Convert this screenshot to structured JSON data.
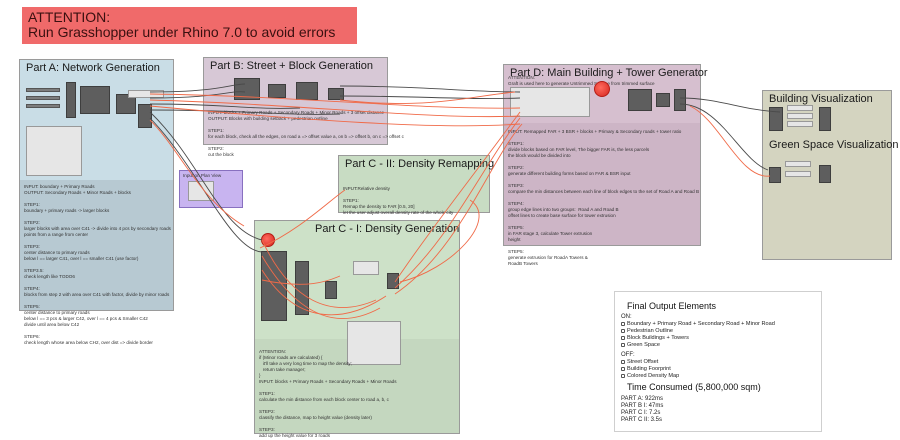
{
  "attention": {
    "line1": "ATTENTION:",
    "line2": "Run Grasshopper under Rhino 7.0 to avoid errors",
    "color": "#f06a6a"
  },
  "groups": {
    "part_a": {
      "title": "Part A: Network Generation",
      "note": "INPUT: boundary + Primary Roads\nOUTPUT: Secondary Roads + Minor Roads + blocks\n\nSTEP1:\nboundary + primary roads -> larger blocks\n\nSTEP2:\nlarger blocks with area over C41 -> divide into 4 pcs by secondary roads\npoints from a range from center\n\nSTEP3:\ncenter distance to primary roads\nbelow l == larger C41, over l == smaller C41 (use factor)\n\nSTEP3.5:\ncheck length like TODO6\n\nSTEP4:\nblocks from step 2 with area over C41 with factor, divide by minor roads\n\nSTEP5:\ncenter distance to primary roads\nbelow l == 3 pcs & larger C42, over l == 4 pcs & Smaller C42\ndivide until area below C42\n\nSTEP6:\ncheck length whose area below CH2, over dist => divide border"
    },
    "part_b": {
      "title": "Part B: Street + Block Generation",
      "note": "INPUT: blocks + Primary Roads + Secondary Roads + Minor Roads + 3 offset distance\nOUTPUT: Blocks with building setback + pedestrian outline\n\nSTEP1:\nfor each block, check all the edges, on road a => offset value a, on b => offset b, on c => offset c\n\nSTEP2:\ncut the block"
    },
    "part_d": {
      "title": "Part D: Main Building + Tower Generator",
      "note_top": "ATTENTION:\nGraft is used here to generate Untrimmed Surface from trimmed surface",
      "note": "INPUT: Remapped FAR + 3 BSR + blocks + Primary & Secondary roads + tower ratio\n\nSTEP1:\ndivide blocks based on FAR level, The bigger FAR is, the less parcels\nthe block would be divided into\n\nSTEP2:\ngenerate different building forms based on FAR & BSR input\n\nSTEP3:\ncompare the min distances between each line of block edges to the set of Road A and Road B\n\nSTEP4:\ngroup edge lines into two groups:  Road A and Road B\noffset lines to create base surface for tower extrusion\n\nSTEP5:\nin FAR stage 3, calculate Tower extrusion\nheight\n\nSTEP5:\ngenerate extrusion for RoadA Towers &\nRoadB Towers"
    },
    "building_vis": {
      "title": "Building Visualization"
    },
    "green_vis": {
      "title": "Green Space Visualization"
    },
    "part_c2": {
      "title": "Part C - II: Density Remapping",
      "note": "INPUT:Relative density\n\nSTEP1:\nRemap the density to FAR [0.5, 20]\nlet the user adjust overall density rate of the whole city"
    },
    "part_c1": {
      "title": "Part C - I: Density Generation",
      "note_attention": "ATTENTION:\nif (Minor roads are calculated) {\n   it'll take a very long time to map the density;\n   return take manager;\n}",
      "note": "INPUT: blocks + Primary Roads + Secondary Roads + Minor Roads\n\nSTEP1:\ncalculate the min distance from each block center to road a, b, c\n\nSTEP2:\nclassify the distance, map to height value (density later)\n\nSTEP3:\nadd up the height value for 3 roads"
    },
    "input_note": {
      "title": "Input on Plan View"
    }
  },
  "final_panel": {
    "title": "Final Output Elements",
    "on_label": "ON:",
    "on_items": [
      "Boundary + Primary Road + Secondary Road + Minor Road",
      "Pedestrian Outline",
      "Block Buildings + Towers",
      "Green Space"
    ],
    "off_label": "OFF:",
    "off_items": [
      "Street Offset",
      "Building Foorprint",
      "Colored Density Map"
    ],
    "time_title": "Time Consumed (5,800,000 sqm)",
    "times": [
      "PART A: 922ms",
      "PART B I: 47ms",
      "PART C I: 7.2s",
      "PART C II: 3.5s"
    ]
  },
  "colors": {
    "wire": "#f06a48",
    "wire_dark": "#4a4a4a",
    "component": "#5e5e5e"
  }
}
